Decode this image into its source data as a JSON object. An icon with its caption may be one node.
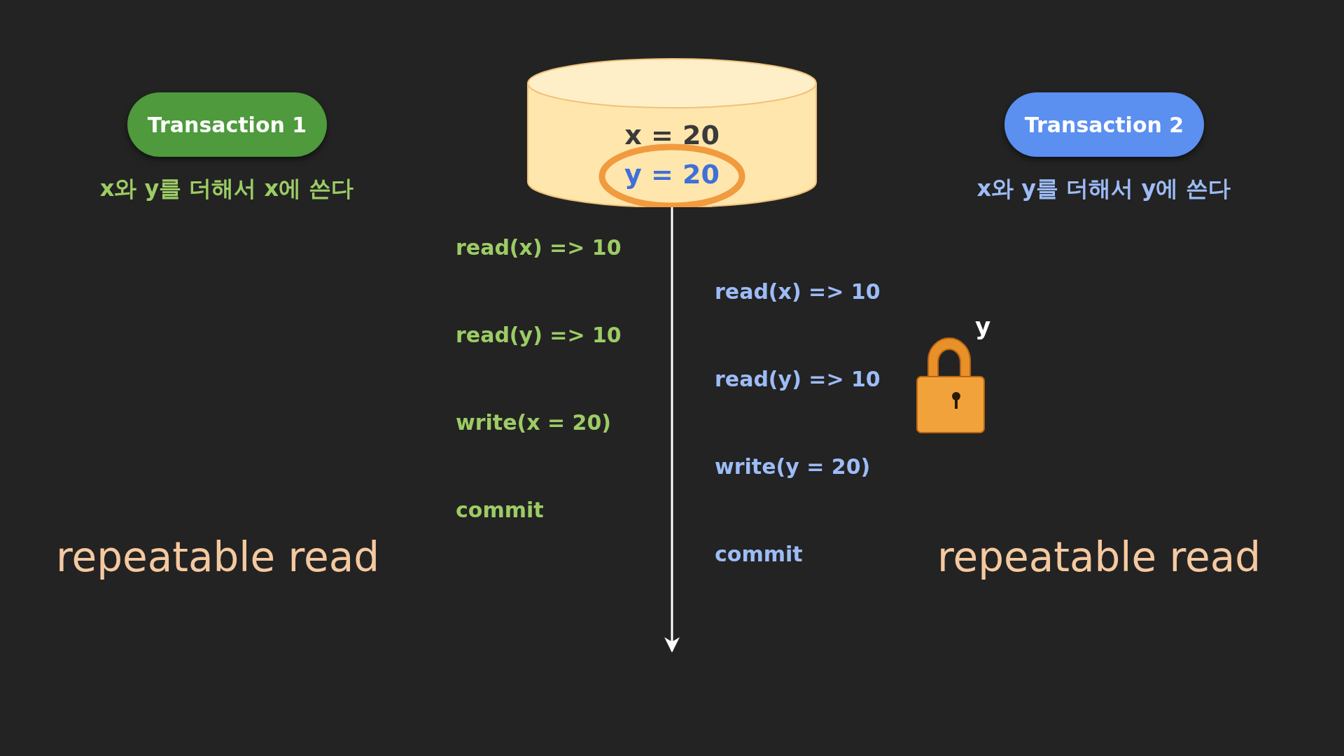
{
  "diagram": {
    "nodes": [
      {
        "text": [
          "Transaction 1"
        ]
      },
      {
        "text": [
          "Transaction 2"
        ]
      },
      {
        "text": [
          "x = 20",
          "y = 20"
        ]
      }
    ],
    "labels": [
      "x와 y를 더해서 x에 쓴다",
      "x와 y를 더해서 y에 쓴다",
      "read(x) => 10",
      "read(y) => 10",
      "write(x = 20)",
      "commit",
      "read(x) => 10",
      "read(y) => 10",
      "write(y = 20)",
      "commit",
      "y",
      "repeatable read",
      "repeatable read"
    ]
  }
}
